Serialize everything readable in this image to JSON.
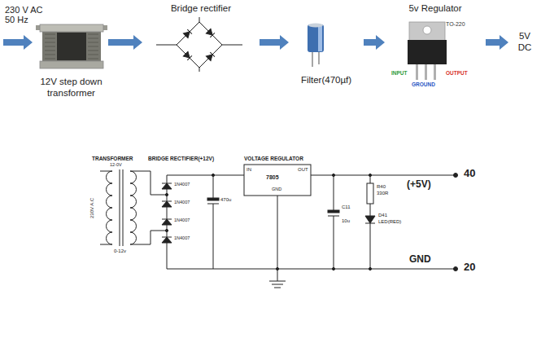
{
  "diagram": {
    "nodes": [
      {
        "text": [
          "12V step down transformer"
        ]
      },
      {
        "text": [
          "Bridge rectifier"
        ]
      },
      {
        "text": [
          "Filter(470µf)"
        ]
      },
      {
        "text": [
          "5v Regulator"
        ]
      },
      {
        "text": [
          "5V DC"
        ]
      }
    ],
    "edges": [
      {
        "from": 0,
        "to": 1,
        "arrow": "to"
      },
      {
        "from": 1,
        "to": 2,
        "arrow": "to"
      },
      {
        "from": 2,
        "to": 3,
        "arrow": "to"
      },
      {
        "from": 3,
        "to": 4,
        "arrow": "to"
      }
    ],
    "labels": [
      "230 V AC 50 Hz",
      "TO-220",
      "INPUT",
      "GROUND",
      "OUTPUT",
      "TRANSFORMER",
      "12-0V",
      "230V A.C",
      "0-12v",
      "BRIDGE RECTIFIER(+12V)",
      "1N4007",
      "1N4007",
      "1N4007",
      "1N4007",
      "470u",
      "VOLTAGE REGULATOR",
      "IN",
      "7805",
      "OUT",
      "GND",
      "C11",
      "10u",
      "R40",
      "330R",
      "D41",
      "LED(RED)",
      "40",
      "(+5V)",
      "GND",
      "20"
    ]
  }
}
